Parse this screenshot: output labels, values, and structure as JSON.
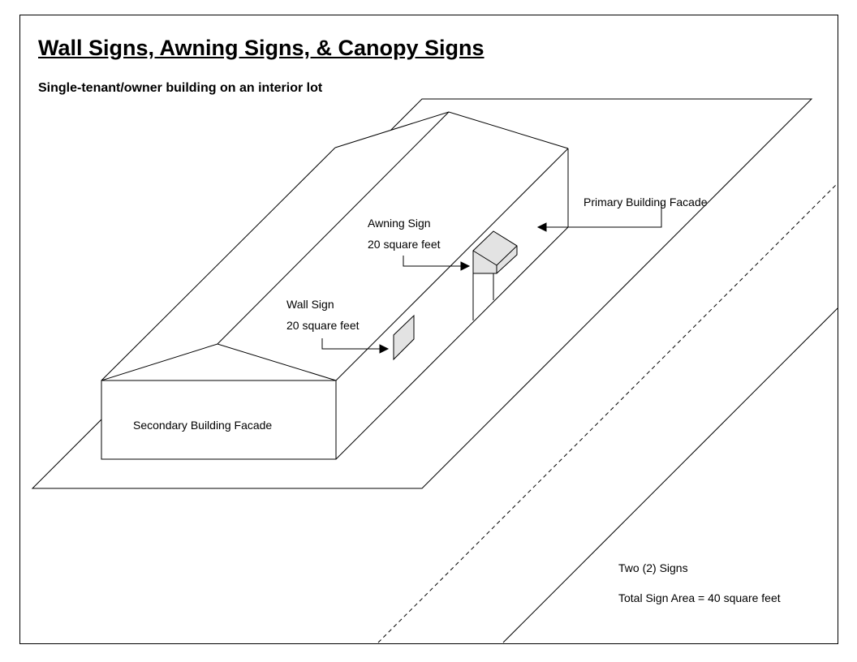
{
  "title": "Wall Signs, Awning Signs, & Canopy Signs ",
  "subtitle": "Single-tenant/owner building on an interior lot",
  "labels": {
    "awning_sign": "Awning Sign",
    "awning_area": "20 square feet",
    "wall_sign": "Wall Sign",
    "wall_area": "20 square feet",
    "primary_facade": "Primary Building Facade",
    "secondary_facade": "Secondary Building Facade"
  },
  "summary": {
    "count": "Two (2) Signs",
    "total": "Total Sign Area = 40 square feet"
  },
  "colors": {
    "sign_fill": "#e3e3e3",
    "line": "#000000"
  }
}
